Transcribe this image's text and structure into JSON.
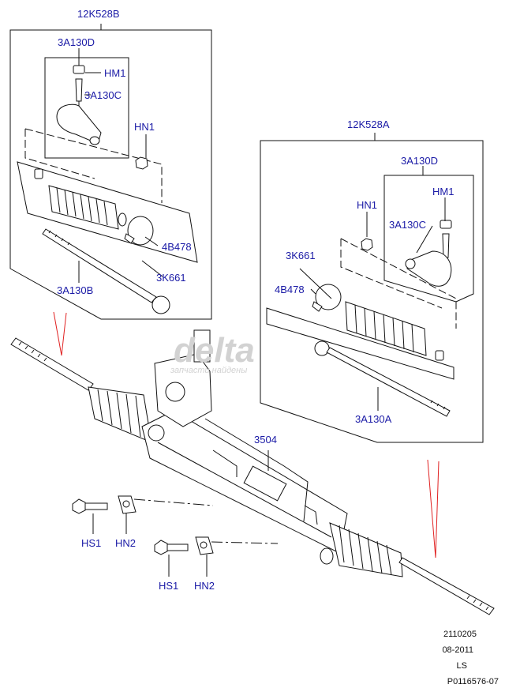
{
  "callouts": {
    "box_b": "12K528B",
    "box_b_sub": "3A130D",
    "hm1_b": "HM1",
    "a3130c_b": "3A130C",
    "hn1_b": "HN1",
    "b4b478": "4B478",
    "k661_b": "3K661",
    "a3130b": "3A130B",
    "box_a": "12K528A",
    "box_a_sub": "3A130D",
    "hm1_a": "HM1",
    "hn1_a": "HN1",
    "a3130c_a": "3A130C",
    "k661_a": "3K661",
    "a4b478": "4B478",
    "a3130a": "3A130A",
    "rack": "3504",
    "hs1_top": "HS1",
    "hn2_top": "HN2",
    "hs1_bot": "HS1",
    "hn2_bot": "HN2"
  },
  "watermark": {
    "logo": "delta",
    "tagline": "запчасти найдены"
  },
  "reference": {
    "line1": "2110205",
    "line2": "08-2011",
    "line3": "LS",
    "line4": "P0116576-07"
  },
  "colors": {
    "callout_text": "#1a1aa6",
    "line_art": "#111111",
    "red_marker": "#e02020",
    "watermark": "#d2d2d2"
  }
}
